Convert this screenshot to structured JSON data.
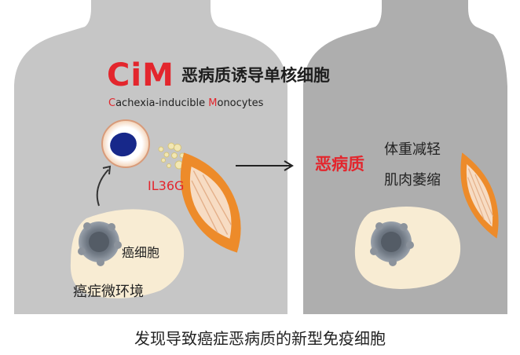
{
  "logo": {
    "mark": "CiM",
    "title": "恶病质诱导单核细胞"
  },
  "subtitle": {
    "parts": [
      {
        "text": "C",
        "highlight": true
      },
      {
        "text": "achexia-inducible ",
        "highlight": false
      },
      {
        "text": "M",
        "highlight": true
      },
      {
        "text": "onocytes",
        "highlight": false
      }
    ]
  },
  "left_panel": {
    "cytokine_label": "IL36G",
    "cancer_cell_label": "癌细胞",
    "microenvironment_label": "癌症微环境"
  },
  "right_panel": {
    "cachexia_label": "恶病质",
    "symptom_weight": "体重减轻",
    "symptom_muscle": "肌肉萎缩"
  },
  "caption": "发现导致癌症恶病质的新型免疫细胞",
  "colors": {
    "body_left": "#c6c6c6",
    "body_right": "#aeaeae",
    "accent_red": "#e3262d",
    "muscle_orange": "#ed8b2a",
    "tme_fill": "#f8ecd3",
    "nucleus_blue": "#17288a",
    "cancer_cell_grey": "#7f8691"
  }
}
